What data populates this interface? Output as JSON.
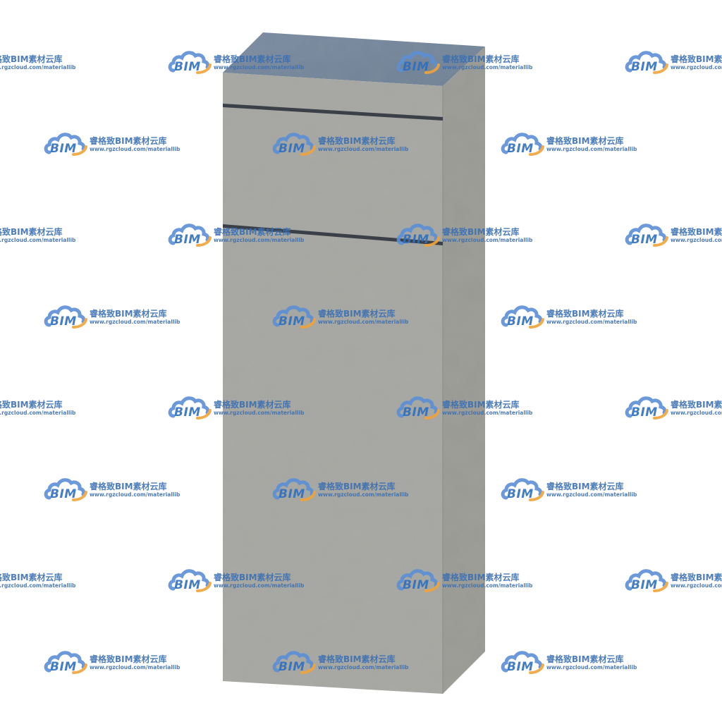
{
  "watermark": {
    "logo_text": "BIM",
    "name": "睿格致BIM素材云库",
    "url": "www.rgzcloud.com/materiallib",
    "logo_icon": "cloud-icon",
    "colors": {
      "cloud_blue": "#5b8fd6",
      "cloud_orange": "#f0a43a",
      "text_blue": "#3b6fb1"
    }
  },
  "model": {
    "colors": {
      "top_face": "#6f8195",
      "front_face": "#a5a6a1",
      "side_face": "#999a94",
      "joint": "#3b4048"
    }
  }
}
